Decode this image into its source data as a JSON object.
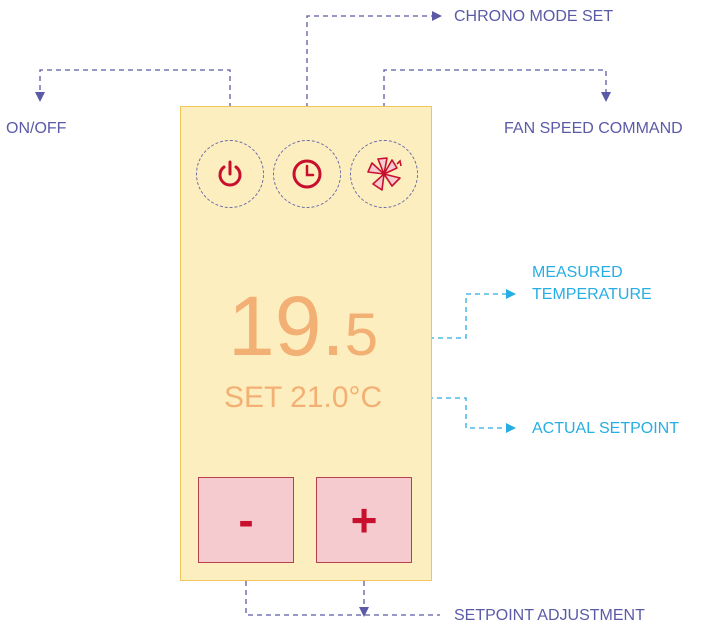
{
  "callouts": {
    "chrono": "CHRONO MODE SET",
    "onoff": "ON/OFF",
    "fan": "FAN SPEED COMMAND",
    "measured_line1": "MEASURED",
    "measured_line2": "TEMPERATURE",
    "setpoint": "ACTUAL SETPOINT",
    "adjust": "SETPOINT ADJUSTMENT"
  },
  "display": {
    "temp_int": "19.",
    "temp_dec": "5",
    "set_label": "SET 21.0°C"
  },
  "buttons": {
    "minus": "-",
    "plus": "+"
  },
  "icons": {
    "power": "power-icon",
    "clock": "clock-icon",
    "fan": "fan-icon"
  },
  "colors": {
    "panel_fill": "#fdeebf",
    "panel_border": "#f2c45c",
    "accent_red": "#c8102e",
    "temperature_text": "#f2b074",
    "leader_purple": "#5b5aa6",
    "leader_cyan": "#26aee4",
    "button_fill": "#f6cbd0"
  }
}
